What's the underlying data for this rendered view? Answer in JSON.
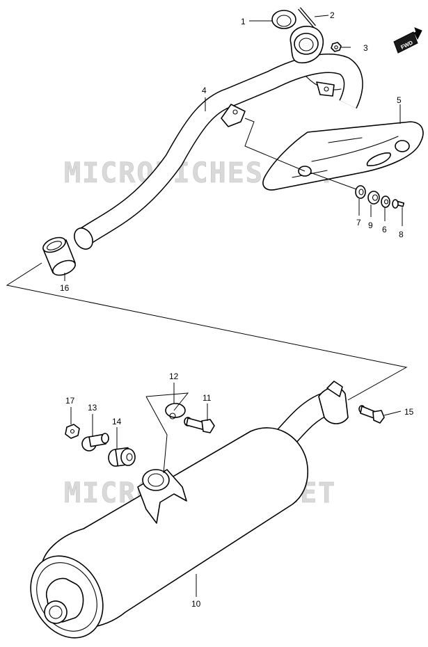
{
  "watermark": "MICROFICHES.NET",
  "direction_badge": "FWD",
  "callouts": {
    "c1": "1",
    "c2": "2",
    "c3": "3",
    "c4": "4",
    "c5": "5",
    "c6": "6",
    "c7": "7",
    "c8": "8",
    "c9": "9",
    "c10": "10",
    "c11": "11",
    "c12": "12",
    "c13": "13",
    "c14": "14",
    "c15": "15",
    "c16": "16",
    "c17": "17"
  }
}
